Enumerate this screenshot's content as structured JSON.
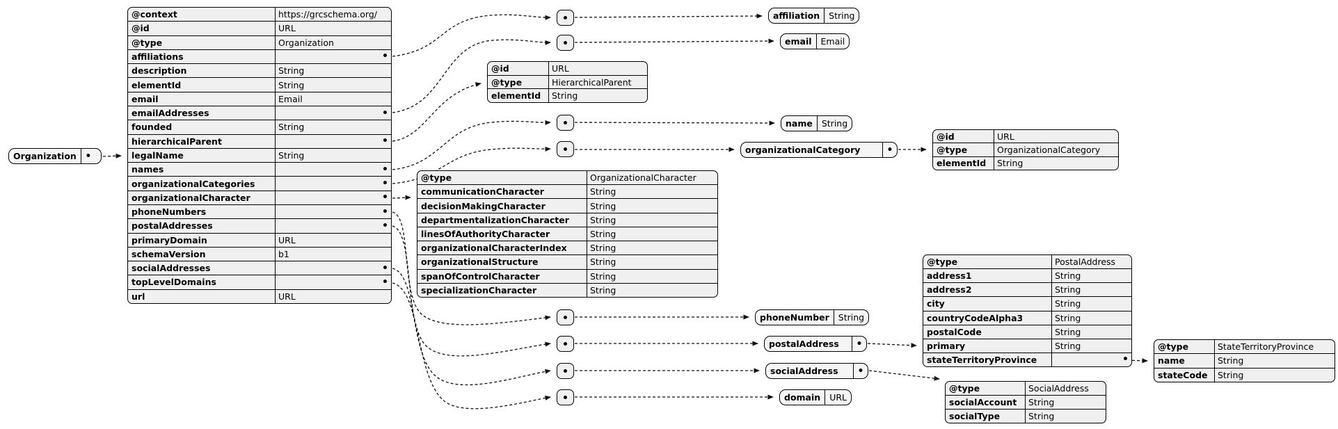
{
  "root_node": {
    "label": "Organization",
    "marker": "•"
  },
  "tables": {
    "organization": {
      "rows": [
        {
          "name": "@context",
          "type": "https://grcschema.org/"
        },
        {
          "name": "@id",
          "type": "URL"
        },
        {
          "name": "@type",
          "type": "Organization"
        },
        {
          "name": "affiliations",
          "marker": "•"
        },
        {
          "name": "description",
          "type": "String"
        },
        {
          "name": "elementId",
          "type": "String"
        },
        {
          "name": "email",
          "type": "Email"
        },
        {
          "name": "emailAddresses",
          "marker": "•"
        },
        {
          "name": "founded",
          "type": "String"
        },
        {
          "name": "hierarchicalParent",
          "marker": "•"
        },
        {
          "name": "legalName",
          "type": "String"
        },
        {
          "name": "names",
          "marker": "•"
        },
        {
          "name": "organizationalCategories",
          "marker": "•"
        },
        {
          "name": "organizationalCharacter",
          "marker": "•"
        },
        {
          "name": "phoneNumbers",
          "marker": "•"
        },
        {
          "name": "postalAddresses",
          "marker": "•"
        },
        {
          "name": "primaryDomain",
          "type": "URL"
        },
        {
          "name": "schemaVersion",
          "type": "b1"
        },
        {
          "name": "socialAddresses",
          "marker": "•"
        },
        {
          "name": "topLevelDomains",
          "marker": "•"
        },
        {
          "name": "url",
          "type": "URL"
        }
      ]
    },
    "hierarchical_parent": {
      "rows": [
        {
          "name": "@id",
          "type": "URL"
        },
        {
          "name": "@type",
          "type": "HierarchicalParent"
        },
        {
          "name": "elementId",
          "type": "String"
        }
      ]
    },
    "organizational_category": {
      "rows": [
        {
          "name": "@id",
          "type": "URL"
        },
        {
          "name": "@type",
          "type": "OrganizationalCategory"
        },
        {
          "name": "elementId",
          "type": "String"
        }
      ]
    },
    "organizational_character": {
      "rows": [
        {
          "name": "@type",
          "type": "OrganizationalCharacter"
        },
        {
          "name": "communicationCharacter",
          "type": "String"
        },
        {
          "name": "decisionMakingCharacter",
          "type": "String"
        },
        {
          "name": "departmentalizationCharacter",
          "type": "String"
        },
        {
          "name": "linesOfAuthorityCharacter",
          "type": "String"
        },
        {
          "name": "organizationalCharacterIndex",
          "type": "String"
        },
        {
          "name": "organizationalStructure",
          "type": "String"
        },
        {
          "name": "spanOfControlCharacter",
          "type": "String"
        },
        {
          "name": "specializationCharacter",
          "type": "String"
        }
      ]
    },
    "postal_address": {
      "rows": [
        {
          "name": "@type",
          "type": "PostalAddress"
        },
        {
          "name": "address1",
          "type": "String"
        },
        {
          "name": "address2",
          "type": "String"
        },
        {
          "name": "city",
          "type": "String"
        },
        {
          "name": "countryCodeAlpha3",
          "type": "String"
        },
        {
          "name": "postalCode",
          "type": "String"
        },
        {
          "name": "primary",
          "type": "String"
        },
        {
          "name": "stateTerritoryProvince",
          "marker": "•"
        }
      ]
    },
    "state_territory_province": {
      "rows": [
        {
          "name": "@type",
          "type": "StateTerritoryProvince"
        },
        {
          "name": "name",
          "type": "String"
        },
        {
          "name": "stateCode",
          "type": "String"
        }
      ]
    },
    "social_address": {
      "rows": [
        {
          "name": "@type",
          "type": "SocialAddress"
        },
        {
          "name": "socialAccount",
          "type": "String"
        },
        {
          "name": "socialType",
          "type": "String"
        }
      ]
    }
  },
  "leaf_nodes": {
    "affiliation": {
      "label": "affiliation",
      "type": "String"
    },
    "email": {
      "label": "email",
      "type": "Email"
    },
    "name": {
      "label": "name",
      "type": "String"
    },
    "organizational_category": {
      "label": "organizationalCategory",
      "marker": "•"
    },
    "phone_number": {
      "label": "phoneNumber",
      "type": "String"
    },
    "postal_address": {
      "label": "postalAddress",
      "marker": "•"
    },
    "social_address": {
      "label": "socialAddress",
      "marker": "•"
    },
    "domain": {
      "label": "domain",
      "type": "URL"
    }
  },
  "colors": {
    "row_bg": "#f0f0f0",
    "node_bg": "#f5f5f5",
    "border": "#000000",
    "connector": "#111111"
  }
}
